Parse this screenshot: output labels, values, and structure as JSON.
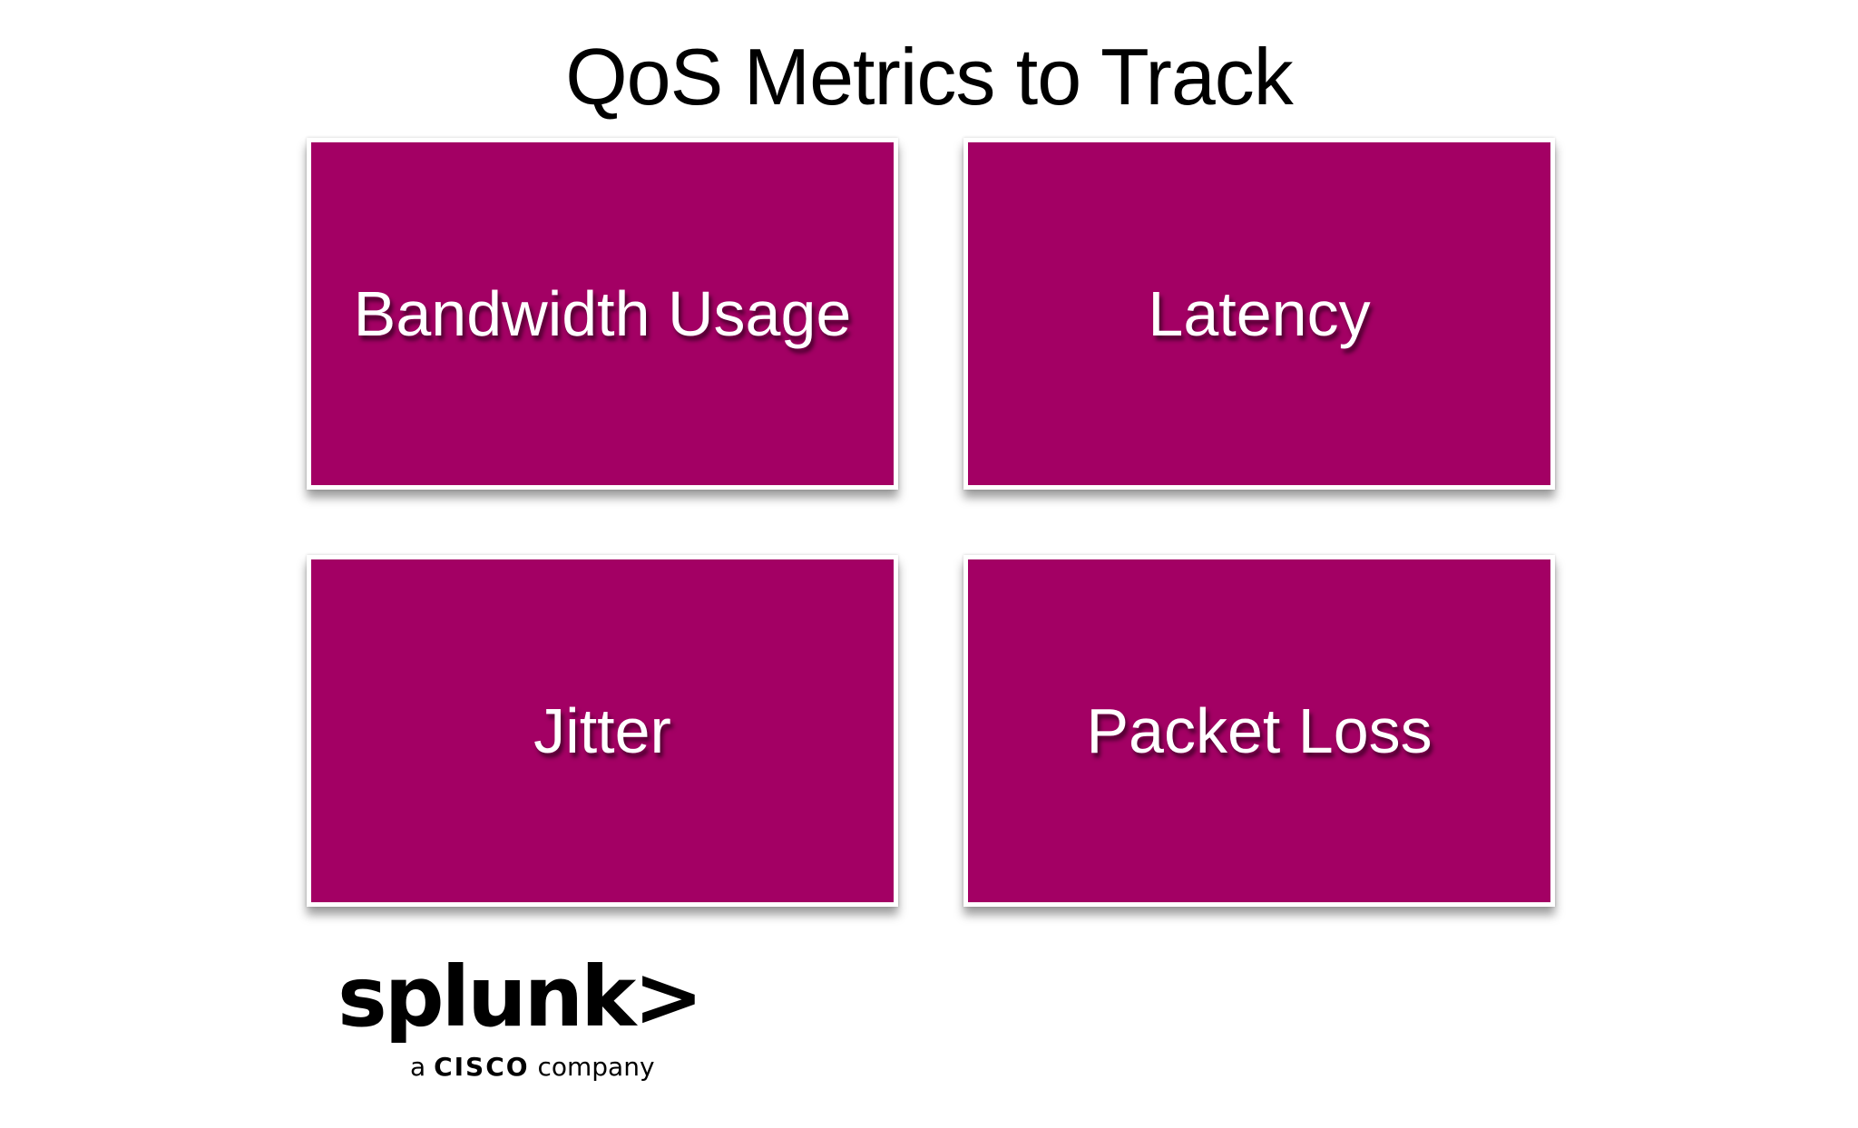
{
  "title": "QoS Metrics to Track",
  "tiles": [
    {
      "label": "Bandwidth Usage"
    },
    {
      "label": "Latency"
    },
    {
      "label": "Jitter"
    },
    {
      "label": "Packet Loss"
    }
  ],
  "colors": {
    "tile_fill": "#A30064",
    "tile_border": "#ffffff",
    "title_text": "#000000",
    "tile_text": "#ffffff"
  },
  "logo": {
    "wordmark": "splunk>",
    "tagline_prefix": "a",
    "tagline_brand": "CISCO",
    "tagline_suffix": "company"
  }
}
